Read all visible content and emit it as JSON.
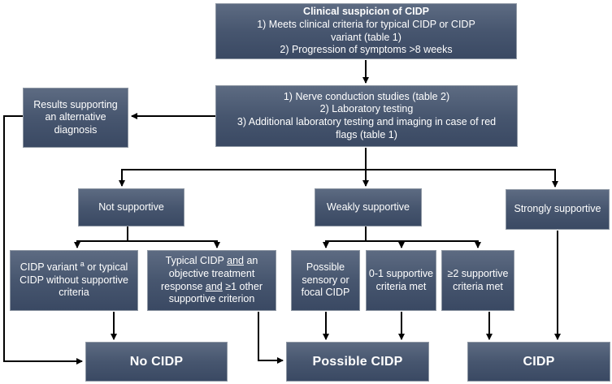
{
  "diagram_title": "CIDP diagnostic flowchart",
  "colors": {
    "box_gradient_top": "#5d6b82",
    "box_gradient_bottom": "#3a4963",
    "box_border": "#8f98a4",
    "text": "#ffffff",
    "arrow": "#000000",
    "background": "#ffffff"
  },
  "nodes": {
    "clinical_suspicion": {
      "title": "Clinical suspicion of CIDP",
      "item1": "1) Meets clinical criteria for typical CIDP or CIDP variant (table 1)",
      "item2": "2) Progression of symptoms >8 weeks"
    },
    "workup": {
      "item1": "1) Nerve conduction studies (table 2)",
      "item2": "2) Laboratory testing",
      "item3": "3) Additional laboratory testing and imaging in case of red flags (table 1)"
    },
    "alternative_diagnosis": {
      "label": "Results supporting an alternative diagnosis"
    },
    "not_supportive": {
      "label": "Not supportive"
    },
    "weakly_supportive": {
      "label": "Weakly supportive"
    },
    "strongly_supportive": {
      "label": "Strongly supportive"
    },
    "cidp_variant": {
      "pre": "CIDP variant ",
      "sup": "a",
      "post": " or typical CIDP without supportive criteria"
    },
    "typical_cidp": {
      "seg1": "Typical CIDP ",
      "and1": "and",
      "seg2": " an objective treatment response ",
      "and2": "and",
      "seg3": " ≥1 other supportive criterion"
    },
    "possible_sensory": {
      "label": "Possible sensory or focal CIDP"
    },
    "criteria_0_1": {
      "label": "0-1 supportive criteria met"
    },
    "criteria_2_plus": {
      "label": "≥2 supportive criteria met"
    },
    "no_cidp": {
      "label": "No CIDP"
    },
    "possible_cidp": {
      "label": "Possible CIDP"
    },
    "cidp": {
      "label": "CIDP"
    }
  }
}
